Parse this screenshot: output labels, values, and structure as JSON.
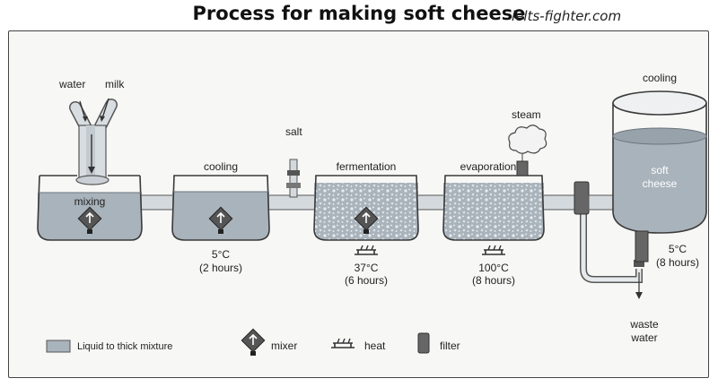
{
  "title": "Process for making soft cheese",
  "website": "ielts-fighter.com",
  "inputs": {
    "water": "water",
    "milk": "milk",
    "salt": "salt"
  },
  "stages": [
    {
      "label": "mixing",
      "temperature": "",
      "duration": ""
    },
    {
      "label": "cooling",
      "temperature": "5°C",
      "duration": "(2 hours)"
    },
    {
      "label": "fermentation",
      "temperature": "37°C",
      "duration": "(6 hours)"
    },
    {
      "label": "evaporation",
      "temperature": "100°C",
      "duration": "(8 hours)"
    },
    {
      "label": "cooling",
      "temperature": "5°C",
      "duration": "(8 hours)"
    }
  ],
  "steam": "steam",
  "product": {
    "line1": "soft",
    "line2": "cheese"
  },
  "waste": {
    "line1": "waste",
    "line2": "water"
  },
  "legend": {
    "liquid": "Liquid to thick mixture",
    "mixer": "mixer",
    "heat": "heat",
    "filter": "filter"
  },
  "colors": {
    "liquid": "#a9b3bb",
    "tank_outline": "#3a3a3a",
    "pipe": "#d4d9dd",
    "mixture_dots": "#e8ecef",
    "icon_dark": "#444444"
  },
  "icons": [
    "mixer-icon",
    "heat-icon",
    "filter-icon",
    "valve-icon",
    "steam-icon",
    "arrow-icon"
  ]
}
